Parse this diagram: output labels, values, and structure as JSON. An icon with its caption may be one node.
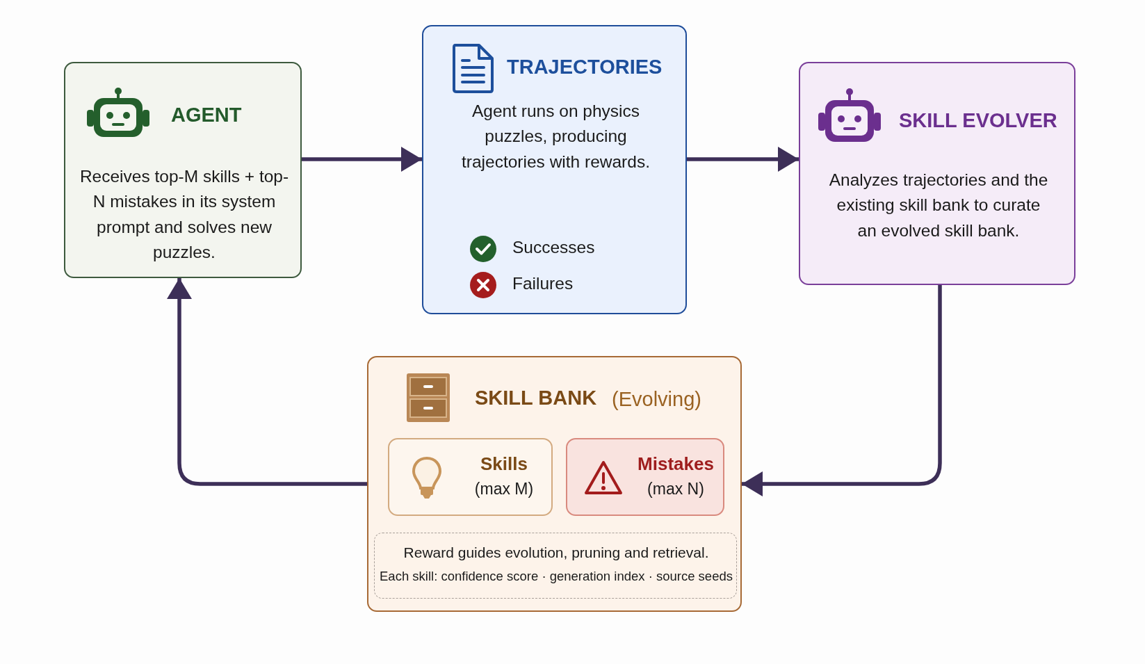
{
  "diagram": {
    "nodes": [
      {
        "text": [
          "AGENT",
          "Receives top-M skills + top-N mistakes in its system prompt and solves new puzzles."
        ]
      },
      {
        "text": [
          "TRAJECTORIES",
          "Agent runs on physics puzzles, producing trajectories with rewards.",
          "Successes",
          "Failures"
        ]
      },
      {
        "text": [
          "SKILL EVOLVER",
          "Analyzes trajectories and the existing skill bank to curate an evolved skill bank."
        ]
      },
      {
        "text": [
          "SKILL BANK",
          "(Evolving)"
        ]
      },
      {
        "text": [
          "Skills",
          "(max M)"
        ],
        "in": 3
      },
      {
        "text": [
          "Mistakes",
          "(max N)"
        ],
        "in": 3
      },
      {
        "text": [
          "Reward guides evolution, pruning and retrieval.",
          "Each skill: confidence score · generation index · source seeds"
        ],
        "in": 3
      }
    ],
    "edges": [
      {
        "from": 0,
        "to": 1,
        "arrow": "to"
      },
      {
        "from": 1,
        "to": 2,
        "arrow": "to"
      },
      {
        "from": 2,
        "to": 3,
        "arrow": "to"
      },
      {
        "from": 3,
        "to": 0,
        "arrow": "to"
      }
    ]
  }
}
